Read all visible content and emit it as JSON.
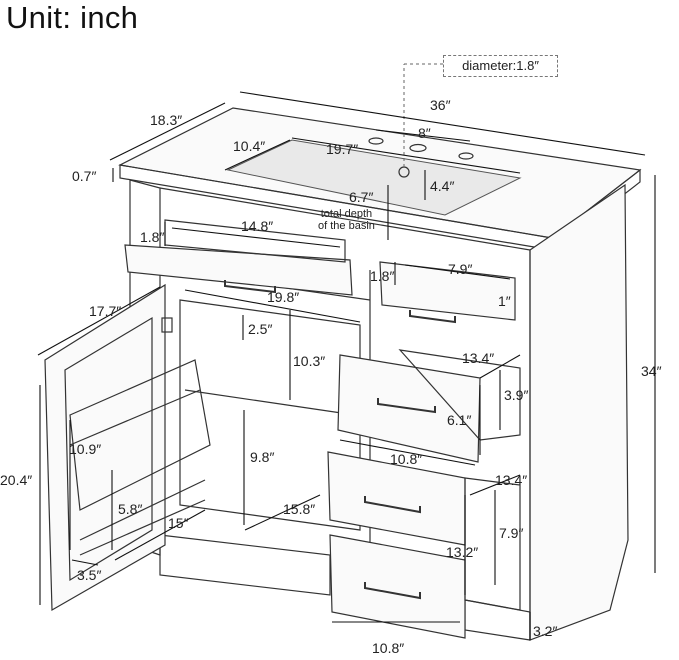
{
  "title": "Unit: inch",
  "callout": "diameter:1.8″",
  "basin_note": [
    "total depth",
    "of the basin"
  ],
  "dimensions": {
    "width_top": "36″",
    "depth_top": "18.3″",
    "faucet_spacing": "8″",
    "basin_width": "19.7″",
    "basin_depth": "10.4″",
    "basin_side": "4.4″",
    "top_thickness": "0.7″",
    "basin_total_depth": "6.7″",
    "false_drawer_width": "14.8″",
    "false_drawer_height": "1.8″",
    "small_drawer_width": "7.9″",
    "small_drawer_height": "1.8″",
    "small_drawer_depth": "1″",
    "door_width": "17.7″",
    "interior_width": "19.8″",
    "gap_top": "2.5″",
    "interior_height": "10.3″",
    "drawer1_depth": "13.4″",
    "drawer1_height": "3.9″",
    "drawer1_inner": "6.1″",
    "drawer1_width": "10.8″",
    "shelf_height": "9.8″",
    "shelf_depth": "15.8″",
    "total_height": "34″",
    "door_height": "20.4″",
    "rack_height": "10.9″",
    "rack_lower": "5.8″",
    "rack_depth": "15″",
    "door_thickness": "3.5″",
    "drawer2_depth": "13.4″",
    "drawer2_height": "7.9″",
    "drawer2_inner": "13.2″",
    "drawer2_width": "10.8″",
    "toe_kick": "3.2″"
  }
}
